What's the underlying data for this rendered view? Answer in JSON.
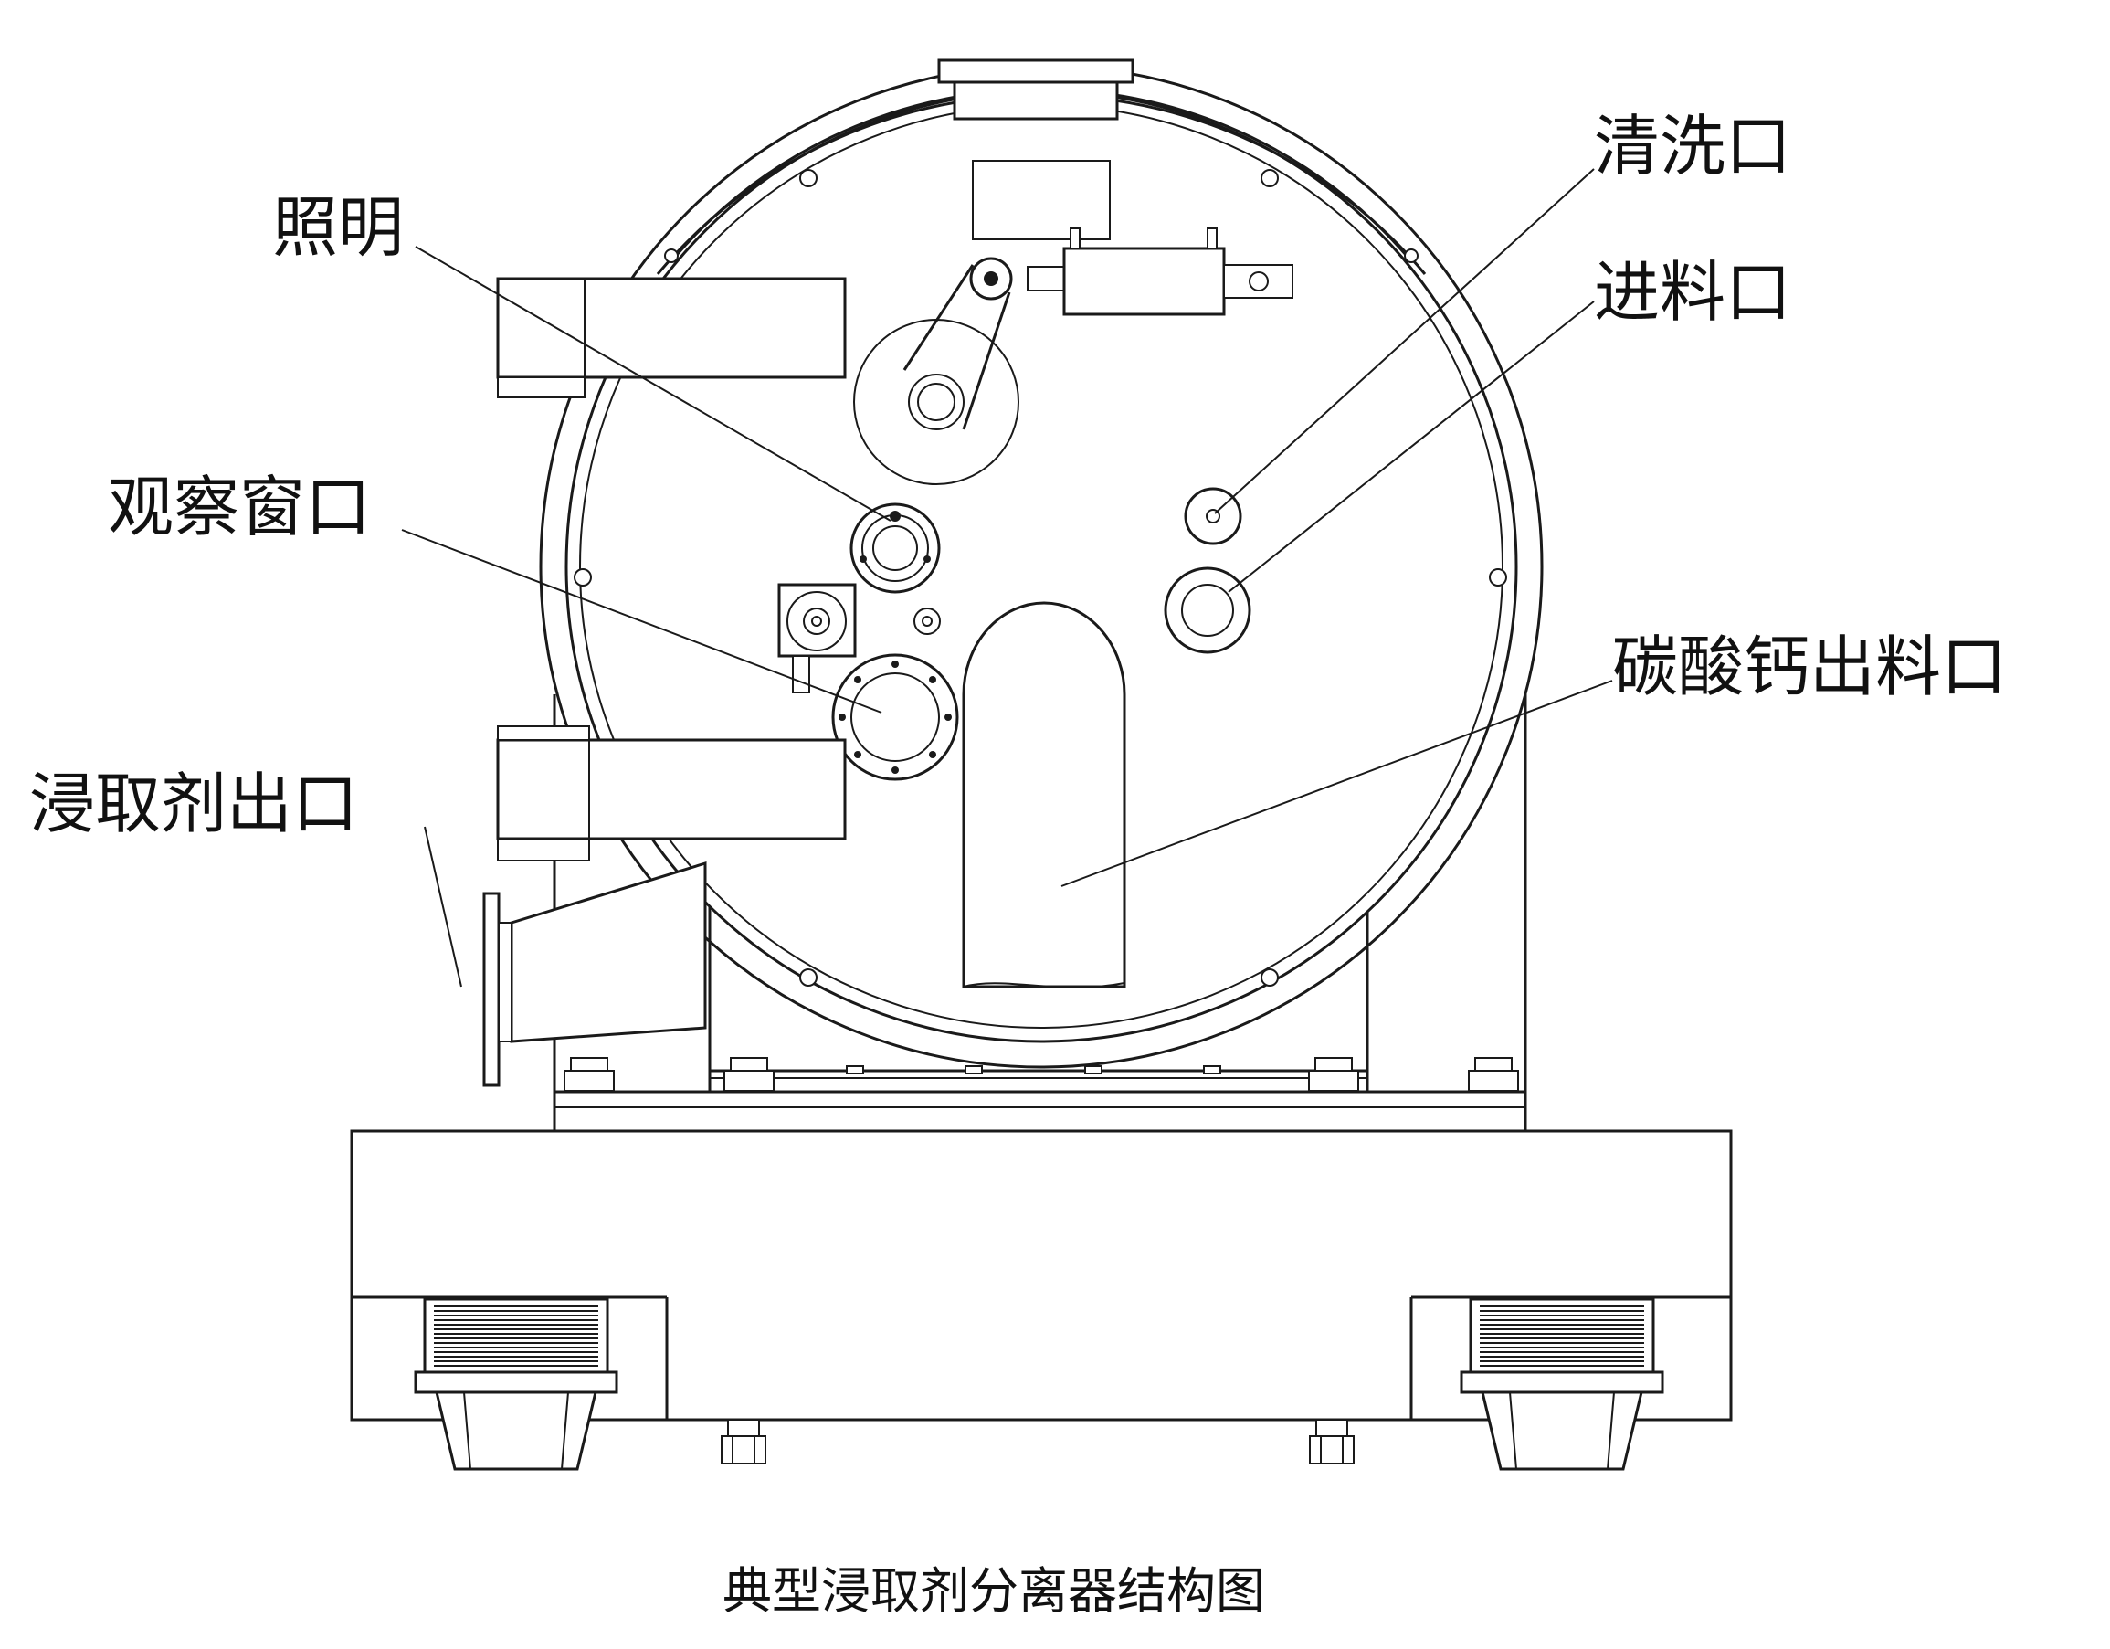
{
  "labels": {
    "lighting": "照明",
    "sight_window": "观察窗口",
    "extractant_outlet": "浸取剂出口",
    "cleaning_port": "清洗口",
    "feed_port": "进料口",
    "carbonate_outlet": "碳酸钙出料口"
  },
  "caption": "典型浸取剂分离器结构图",
  "colors": {
    "line": "#1a1a1a",
    "background": "#ffffff"
  }
}
